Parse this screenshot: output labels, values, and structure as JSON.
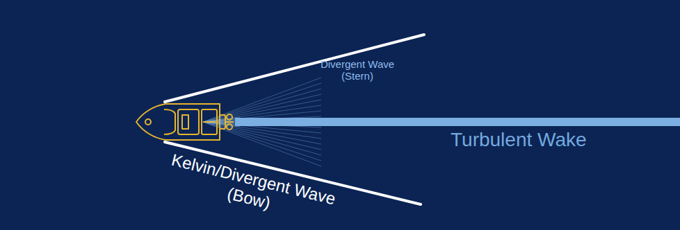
{
  "diagram": {
    "labels": [
      "Divergent Wave (Stern)",
      "Turbulent Wake",
      "Kelvin/Divergent Wave (Bow)"
    ]
  }
}
